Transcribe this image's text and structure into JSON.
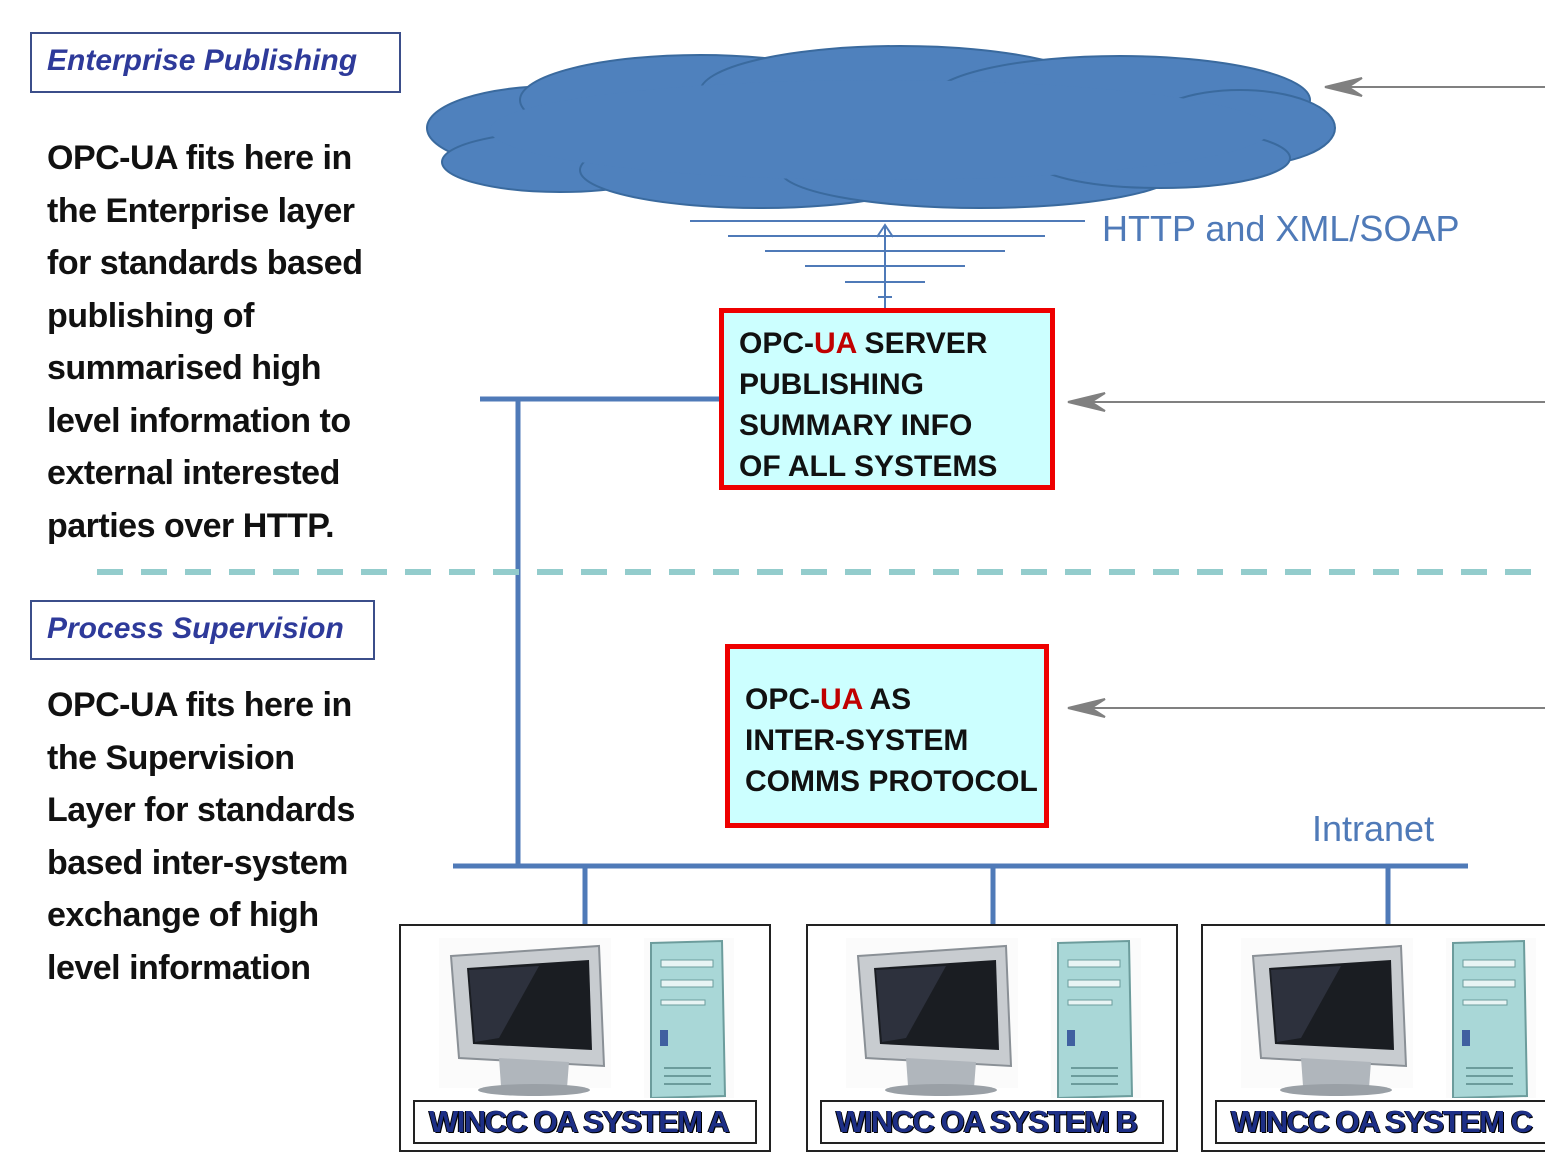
{
  "layers": {
    "enterprise": {
      "title": "Enterprise Publishing",
      "description": [
        "OPC-UA fits here in",
        "the Enterprise layer",
        "for standards based",
        "publishing of",
        "summarised high",
        "level information to",
        "external interested",
        "parties over HTTP."
      ]
    },
    "supervision": {
      "title": "Process Supervision",
      "description": [
        "OPC-UA fits here in",
        "the Supervision",
        "Layer for standards",
        "based inter-system",
        "exchange of high",
        "level information"
      ]
    }
  },
  "labels": {
    "http": "HTTP and XML/SOAP",
    "intranet": "Intranet"
  },
  "server_box": {
    "prefix": "OPC-",
    "ua": "UA",
    "line1_rest": " SERVER",
    "line2": "PUBLISHING",
    "line3": "SUMMARY INFO",
    "line4": "OF ALL SYSTEMS"
  },
  "inter_box": {
    "prefix": "OPC-",
    "ua": "UA",
    "line1_rest": " AS",
    "line2": "INTER-SYSTEM",
    "line3": "COMMS PROTOCOL"
  },
  "systems": [
    {
      "name": "WINCC OA SYSTEM A"
    },
    {
      "name": "WINCC OA SYSTEM B"
    },
    {
      "name": "WINCC OA SYSTEM C"
    }
  ],
  "colors": {
    "cloud": "#4f81bd",
    "network_line": "#4f7ab8",
    "divider": "#93cccc",
    "box_fill": "#ccffff",
    "box_border": "#ee0000",
    "ua_text": "#c00000",
    "arrow": "#808080"
  }
}
